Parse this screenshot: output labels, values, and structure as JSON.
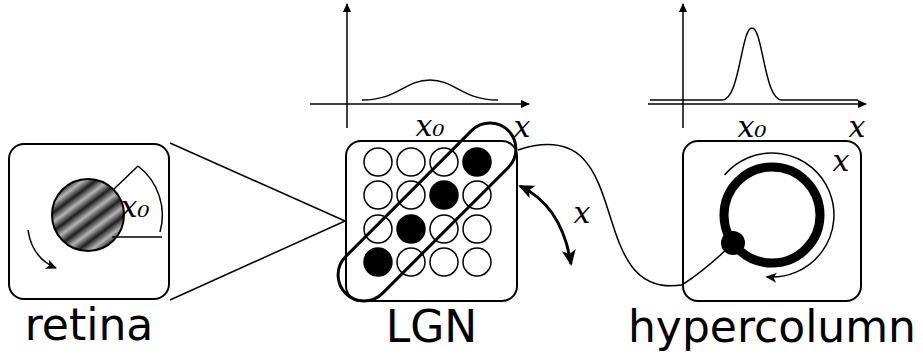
{
  "diagram": {
    "nodes": [
      {
        "text": [
          "retina",
          "x₀"
        ]
      },
      {
        "text": [
          "LGN"
        ]
      },
      {
        "text": [
          "hypercolumn",
          "x"
        ]
      }
    ],
    "edges": [
      {
        "from": 0,
        "to": 1,
        "arrow": "none"
      },
      {
        "from": 1,
        "to": 2,
        "arrow": "none"
      }
    ],
    "labels": [
      "x₀",
      "x",
      "x₀",
      "x",
      "x"
    ]
  }
}
